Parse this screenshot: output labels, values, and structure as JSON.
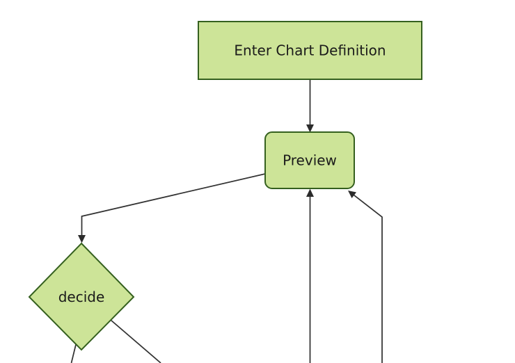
{
  "diagram": {
    "kind": "flowchart",
    "background_color": "#ffffff",
    "theme": {
      "node_fill": "#cde498",
      "node_border": "#35601f",
      "edge_color": "#333333",
      "arrow_color": "#2b2b2b",
      "text_color": "#1a1a1a"
    },
    "nodes": [
      {
        "id": "enter-chart-definition",
        "label": "Enter Chart Definition",
        "shape": "rectangle"
      },
      {
        "id": "preview",
        "label": "Preview",
        "shape": "rounded-rectangle"
      },
      {
        "id": "decide",
        "label": "decide",
        "shape": "diamond"
      }
    ],
    "edges": [
      {
        "from": "enter-chart-definition",
        "to": "preview",
        "arrow": "down-into-preview-top"
      },
      {
        "from": "preview",
        "to": "decide",
        "arrow": "down-into-decide-top"
      },
      {
        "from": "offscreen-bottom-center",
        "to": "preview",
        "arrow": "up-into-preview-bottom"
      },
      {
        "from": "offscreen-bottom-right",
        "to": "preview",
        "arrow": "up-left-into-preview-bottom-right"
      },
      {
        "from": "decide",
        "to": "offscreen-bottom-left",
        "arrow": "none-visible"
      },
      {
        "from": "decide",
        "to": "offscreen-bottom-right",
        "arrow": "none-visible"
      }
    ]
  }
}
